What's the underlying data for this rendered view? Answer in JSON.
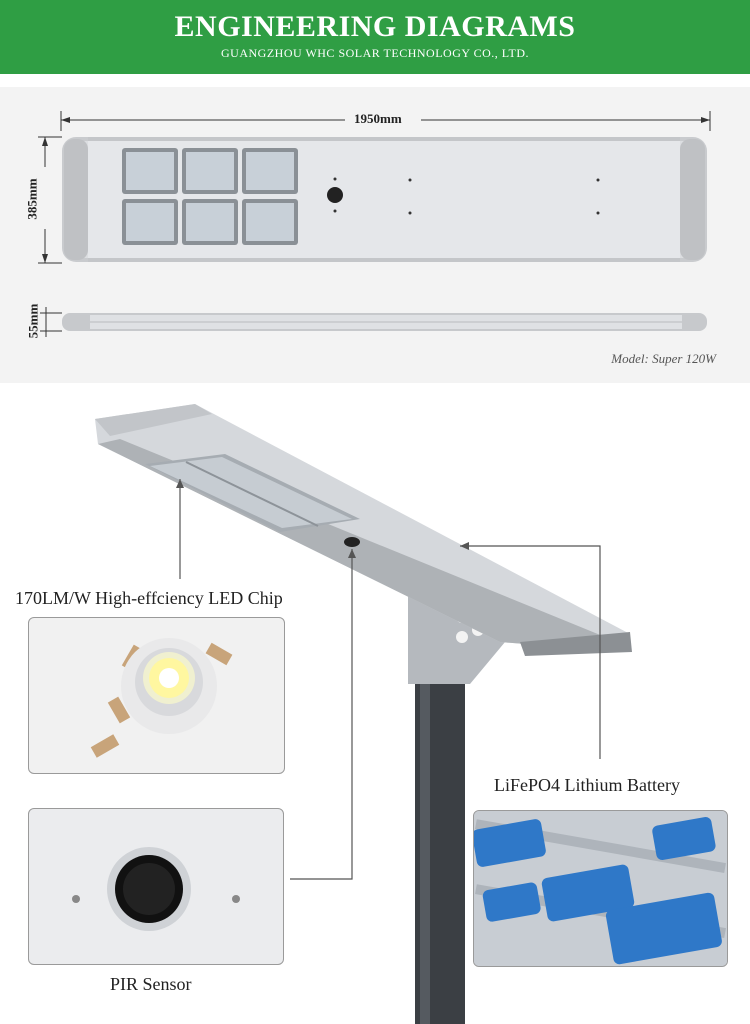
{
  "header": {
    "title": "ENGINEERING DIAGRAMS",
    "subtitle": "GUANGZHOU WHC SOLAR TECHNOLOGY CO., LTD."
  },
  "diagram": {
    "width_label": "1950mm",
    "height_label": "385mm",
    "thickness_label": "55mm",
    "model": "Model: Super 120W"
  },
  "callouts": {
    "led_chip": "170LM/W High-effciency LED Chip",
    "battery": "LiFePO4 Lithium Battery",
    "pir_sensor": "PIR Sensor"
  },
  "colors": {
    "header_green": "#2f9e44",
    "panel_gray": "#d7d9dc",
    "battery_blue": "#2f78c8"
  }
}
